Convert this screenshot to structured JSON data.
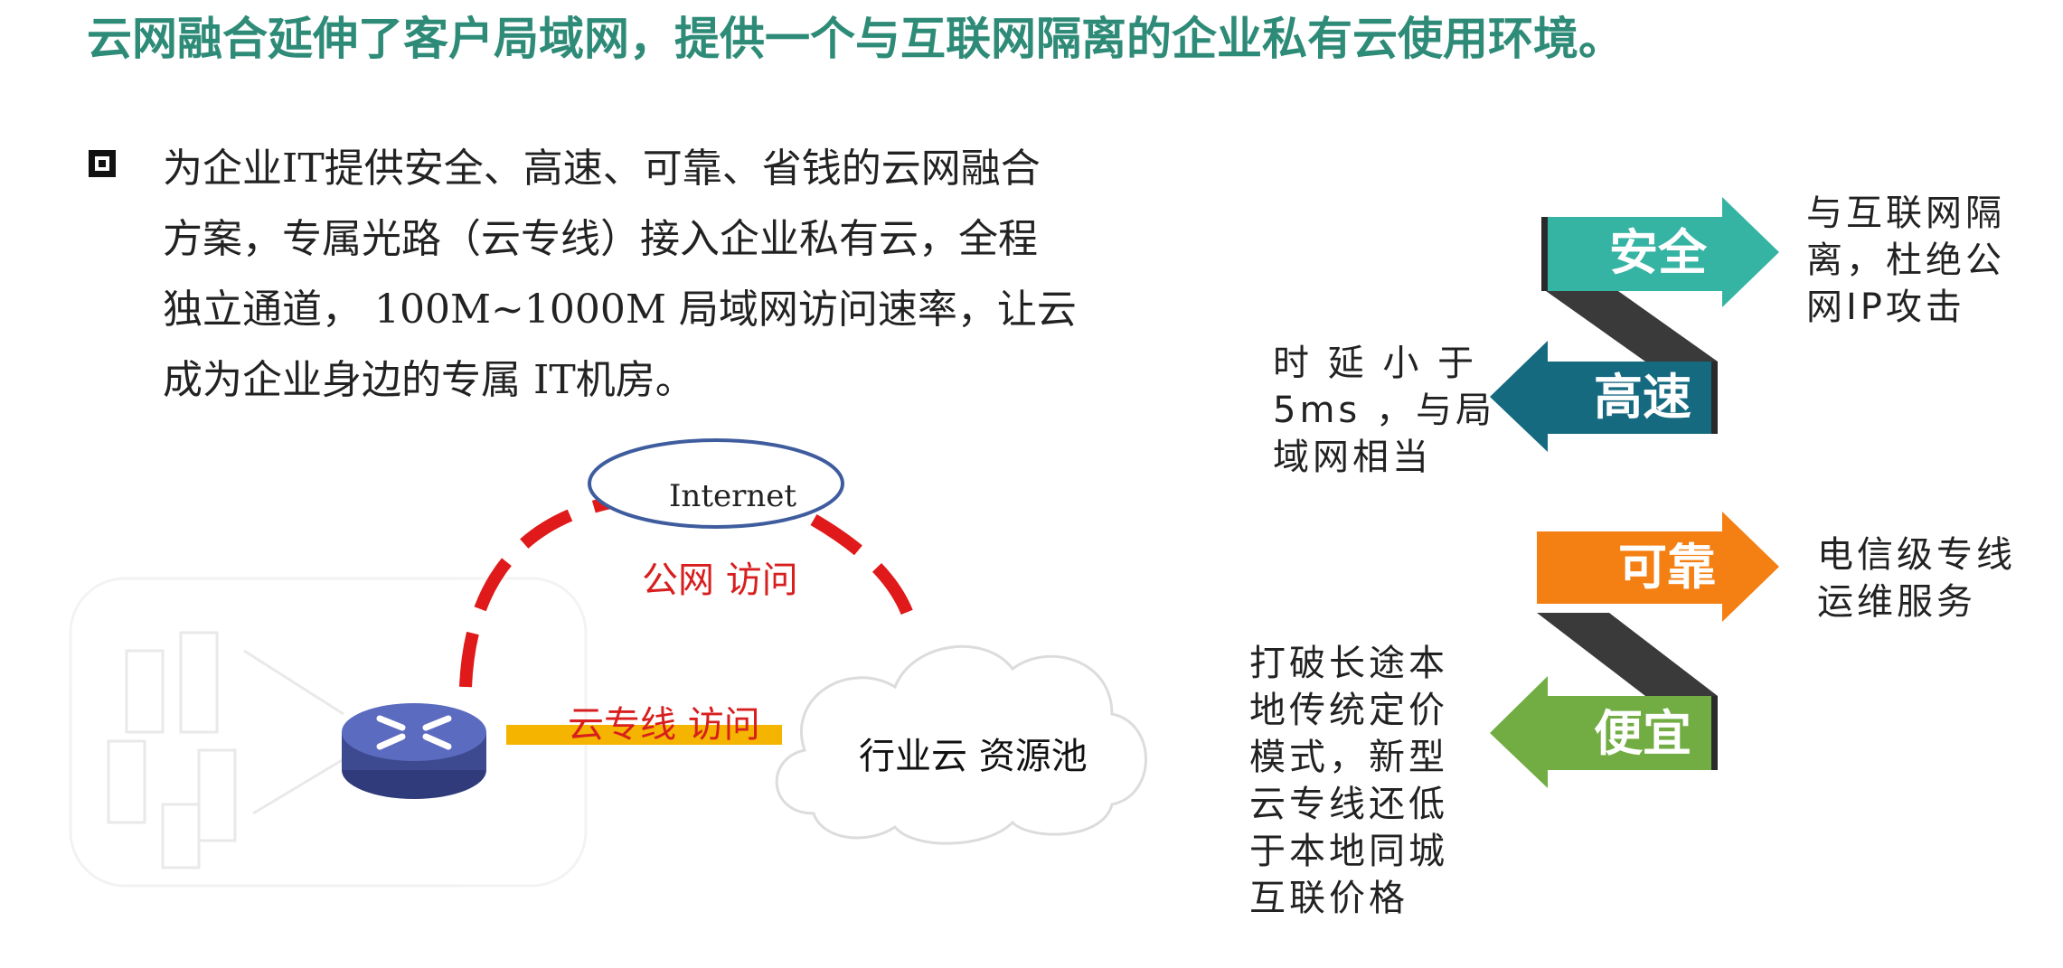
{
  "title": "云网融合延伸了客户局域网，提供一个与互联网隔离的企业私有云使用环境。",
  "bullet": {
    "lines": [
      "为企业IT提供安全、高速、可靠、省钱的云网融合",
      "方案，专属光路（云专线）接入企业私有云，全程",
      "独立通道， 100M~1000M    局域网访问速率，让云",
      "成为企业身边的专属 IT机房。"
    ]
  },
  "network": {
    "internet_label": "Internet",
    "public_access_label": "公网 访问",
    "private_line_label": "云专线 访问",
    "cloud_pool_label": "行业云 资源池"
  },
  "features": [
    {
      "label": "安全",
      "color": "#35b3a3",
      "direction": "right",
      "desc": [
        "与互联网隔",
        "离，杜绝公",
        "网IP攻击"
      ]
    },
    {
      "label": "高速",
      "color": "#166a80",
      "direction": "left",
      "desc": [
        "时 延 小 于",
        "5ms ，与局",
        "域网相当"
      ]
    },
    {
      "label": "可靠",
      "color": "#f47f12",
      "direction": "right",
      "desc": [
        "电信级专线",
        "运维服务"
      ]
    },
    {
      "label": "便宜",
      "color": "#71ad43",
      "direction": "left",
      "desc": [
        "打破长途本",
        "地传统定价",
        "模式，新型",
        "云专线还低",
        "于本地同城",
        "互联价格"
      ]
    }
  ],
  "colors": {
    "title": "#2e8b77",
    "dashed_link": "#e01a1a",
    "private_line": "#f4b400",
    "router": "#4b5aa6",
    "connector": "#3a3a3a"
  },
  "icons": [
    "bullet-square-icon",
    "router-icon",
    "cloud-icon",
    "building-icon"
  ]
}
